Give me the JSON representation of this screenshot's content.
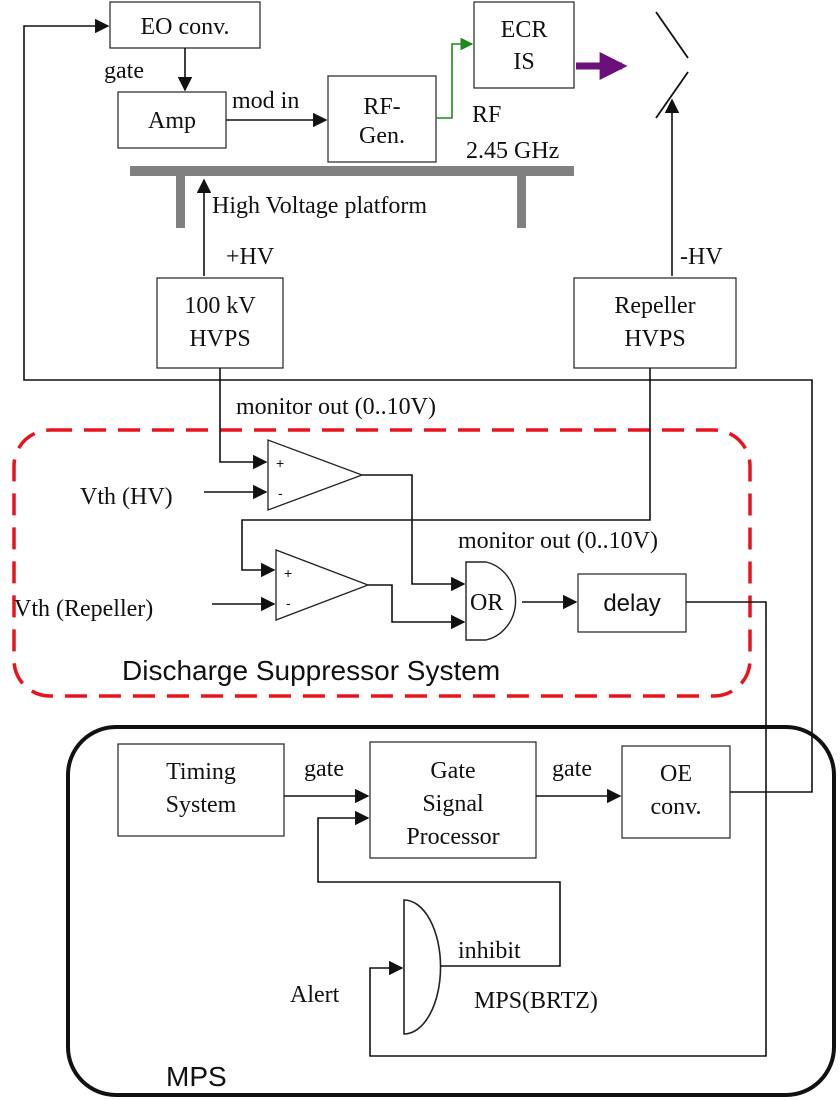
{
  "boxes": {
    "eo_conv": "EO conv.",
    "amp": "Amp",
    "rf_gen": [
      "RF-",
      "Gen."
    ],
    "ecr_is": [
      "ECR",
      "IS"
    ],
    "hvps_100kv": [
      "100 kV",
      "HVPS"
    ],
    "repeller_hvps": [
      "Repeller",
      "HVPS"
    ],
    "delay": "delay",
    "timing_system": [
      "Timing",
      "System"
    ],
    "gate_signal_processor": [
      "Gate",
      "Signal",
      "Processor"
    ],
    "oe_conv": [
      "OE",
      "conv."
    ]
  },
  "gates": {
    "or_label": "OR",
    "plus": "+",
    "minus": "-"
  },
  "labels": {
    "gate_eo": "gate",
    "mod_in": "mod in",
    "rf_freq": [
      "RF",
      "2.45 GHz"
    ],
    "hv_platform": "High Voltage platform",
    "plus_hv": "+HV",
    "minus_hv": "-HV",
    "monitor_out_1": "monitor out (0..10V)",
    "monitor_out_2": "monitor out (0..10V)",
    "vth_hv": "Vth (HV)",
    "vth_repeller": "Vth (Repeller)",
    "gate_timing": "gate",
    "gate_oe": "gate",
    "inhibit": "inhibit",
    "alert": "Alert",
    "mps_brtz": "MPS(BRTZ)"
  },
  "groups": {
    "discharge_suppressor": "Discharge Suppressor System",
    "mps": "MPS"
  },
  "colors": {
    "dashed_border": "#e8141b",
    "platform": "#808080",
    "beam_arrow": "#6b0f7a",
    "rf_line": "#1f8a1f"
  }
}
